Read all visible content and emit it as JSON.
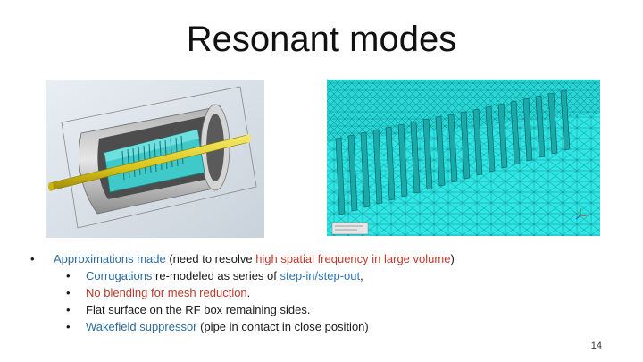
{
  "slide": {
    "title": "Resonant modes",
    "page_number": "14"
  },
  "bullets": {
    "main": {
      "p1": "Approximations made",
      "p2": " (need to resolve ",
      "p3": "high spatial frequency in large volume",
      "p4": ")"
    },
    "sub1": {
      "p1": "Corrugations",
      "p2": " re-modeled as series of ",
      "p3": "step-in/step-out",
      "p4": ","
    },
    "sub2": {
      "p1": "No blending for mesh reduction",
      "p2": "."
    },
    "sub3": {
      "p1": "Flat surface on the RF box remaining sides."
    },
    "sub4": {
      "p1": "Wakefield suppressor",
      "p2": " (pipe in contact in close position)"
    }
  },
  "images": {
    "left": "cavity-3d-model",
    "right": "tetrahedral-mesh-view"
  },
  "colors": {
    "mesh_cyan": "#2ee6e6",
    "model_cyan": "#3fc9c9",
    "pipe_yellow": "#e8d21c",
    "accent_blue": "#2e74b5",
    "accent_red": "#c0392b"
  }
}
